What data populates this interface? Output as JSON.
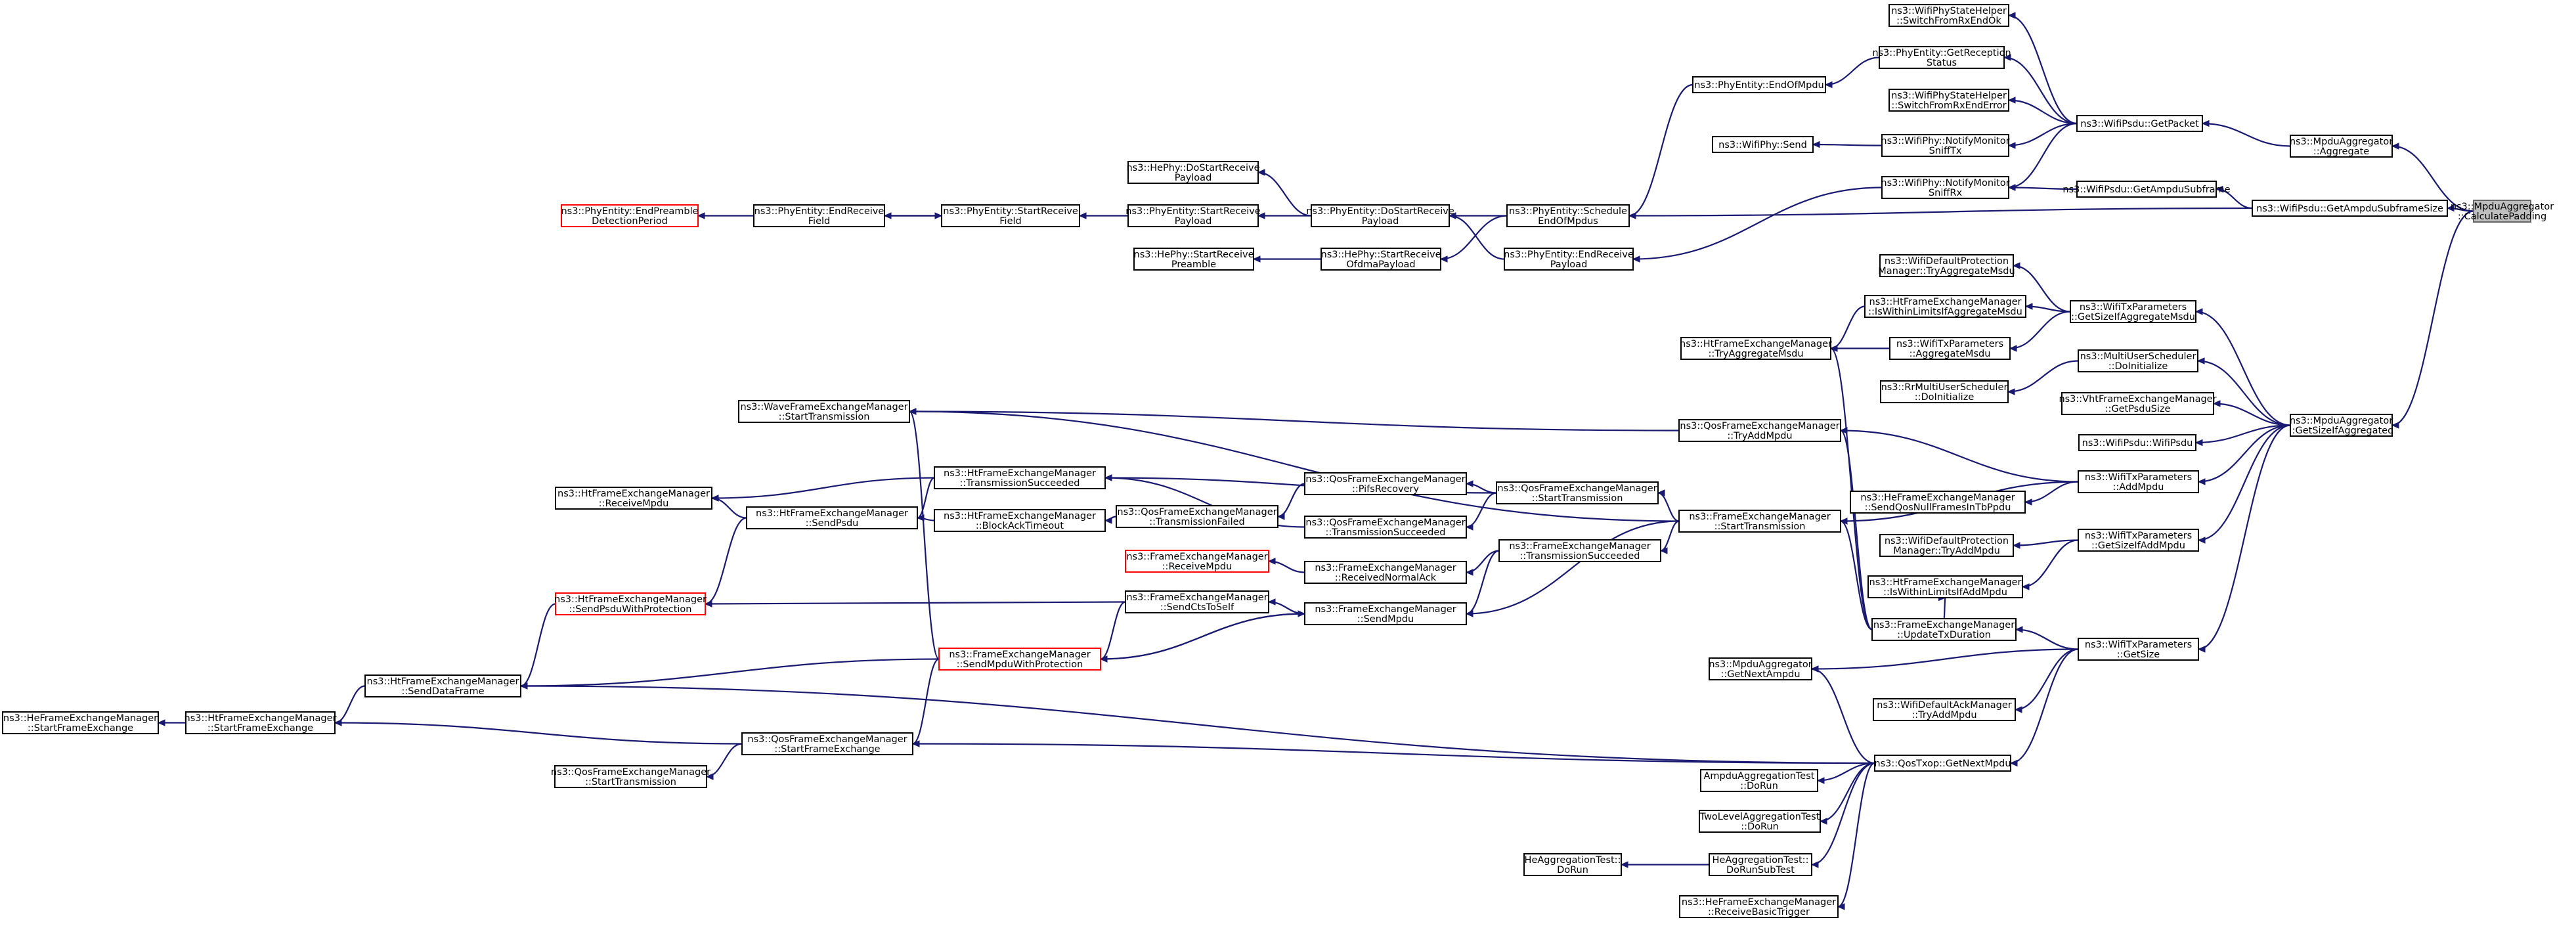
{
  "graph": {
    "title": "ns3::MpduAggregator::CalculatePadding caller graph",
    "edge_color": "#191970",
    "highlight_color": "#ff0000",
    "root_fill": "#bfbfbf",
    "nodes": [
      {
        "id": "root",
        "lines": [
          "ns3::MpduAggregator",
          "::CalculatePadding"
        ]
      },
      {
        "id": "aggregate",
        "lines": [
          "ns3::MpduAggregator",
          "::Aggregate"
        ]
      },
      {
        "id": "getAmpduSubframeSize",
        "lines": [
          "ns3::WifiPsdu::GetAmpduSubframeSize"
        ]
      },
      {
        "id": "getSizeIfAggregated",
        "lines": [
          "ns3::MpduAggregator",
          "::GetSizeIfAggregated"
        ]
      },
      {
        "id": "getPacket",
        "lines": [
          "ns3::WifiPsdu::GetPacket"
        ]
      },
      {
        "id": "getAmpduSubframe",
        "lines": [
          "ns3::WifiPsdu::GetAmpduSubframe"
        ]
      },
      {
        "id": "switchFromRxEndOk",
        "lines": [
          "ns3::WifiPhyStateHelper",
          "::SwitchFromRxEndOk"
        ]
      },
      {
        "id": "getReceptionStatus",
        "lines": [
          "ns3::PhyEntity::GetReception",
          "Status"
        ]
      },
      {
        "id": "switchFromRxEndError",
        "lines": [
          "ns3::WifiPhyStateHelper",
          "::SwitchFromRxEndError"
        ]
      },
      {
        "id": "notifyMonitorSniffTx",
        "lines": [
          "ns3::WifiPhy::NotifyMonitor",
          "SniffTx"
        ]
      },
      {
        "id": "notifyMonitorSniffRx",
        "lines": [
          "ns3::WifiPhy::NotifyMonitor",
          "SniffRx"
        ]
      },
      {
        "id": "endOfMpdu",
        "lines": [
          "ns3::PhyEntity::EndOfMpdu"
        ]
      },
      {
        "id": "wifiPhySend",
        "lines": [
          "ns3::WifiPhy::Send"
        ]
      },
      {
        "id": "scheduleEndOfMpdus",
        "lines": [
          "ns3::PhyEntity::Schedule",
          "EndOfMpdus"
        ]
      },
      {
        "id": "phyEndReceivePayload",
        "lines": [
          "ns3::PhyEntity::EndReceive",
          "Payload"
        ]
      },
      {
        "id": "phyDoStartReceivePayload",
        "lines": [
          "ns3::PhyEntity::DoStartReceive",
          "Payload"
        ]
      },
      {
        "id": "hePhyStartReceiveOfdma",
        "lines": [
          "ns3::HePhy::StartReceive",
          "OfdmaPayload"
        ]
      },
      {
        "id": "hePhyDoStartReceivePayload",
        "lines": [
          "ns3::HePhy::DoStartReceive",
          "Payload"
        ]
      },
      {
        "id": "phyStartReceivePayload",
        "lines": [
          "ns3::PhyEntity::StartReceive",
          "Payload"
        ]
      },
      {
        "id": "hePhyStartReceivePreamble",
        "lines": [
          "ns3::HePhy::StartReceive",
          "Preamble"
        ]
      },
      {
        "id": "phyStartReceiveField",
        "lines": [
          "ns3::PhyEntity::StartReceive",
          "Field"
        ]
      },
      {
        "id": "phyEndReceiveField",
        "lines": [
          "ns3::PhyEntity::EndReceive",
          "Field"
        ]
      },
      {
        "id": "endPreambleDetection",
        "lines": [
          "ns3::PhyEntity::EndPreamble",
          "DetectionPeriod"
        ],
        "red": true
      },
      {
        "id": "getSizeIfAggregateMsdu",
        "lines": [
          "ns3::WifiTxParameters",
          "::GetSizeIfAggregateMsdu"
        ]
      },
      {
        "id": "defProtTryAggMsdu",
        "lines": [
          "ns3::WifiDefaultProtection",
          "Manager::TryAggregateMsdu"
        ]
      },
      {
        "id": "htIsWithinLimitsMsdu",
        "lines": [
          "ns3::HtFrameExchangeManager",
          "::IsWithinLimitsIfAggregateMsdu"
        ]
      },
      {
        "id": "htTryAggregateMsdu",
        "lines": [
          "ns3::HtFrameExchangeManager",
          "::TryAggregateMsdu"
        ]
      },
      {
        "id": "txParamsAggregateMsdu",
        "lines": [
          "ns3::WifiTxParameters",
          "::AggregateMsdu"
        ]
      },
      {
        "id": "muSchedDoInit",
        "lines": [
          "ns3::MultiUserScheduler",
          "::DoInitialize"
        ]
      },
      {
        "id": "rrMuSchedDoInit",
        "lines": [
          "ns3::RrMultiUserScheduler",
          "::DoInitialize"
        ]
      },
      {
        "id": "vhtGetPsduSize",
        "lines": [
          "ns3::VhtFrameExchangeManager",
          "::GetPsduSize"
        ]
      },
      {
        "id": "wifiPsduCtor",
        "lines": [
          "ns3::WifiPsdu::WifiPsdu"
        ]
      },
      {
        "id": "txParamsAddMpdu",
        "lines": [
          "ns3::WifiTxParameters",
          "::AddMpdu"
        ]
      },
      {
        "id": "heSendQosNull",
        "lines": [
          "ns3::HeFrameExchangeManager",
          "::SendQosNullFramesInTbPpdu"
        ]
      },
      {
        "id": "getSizeIfAddMpdu",
        "lines": [
          "ns3::WifiTxParameters",
          "::GetSizeIfAddMpdu"
        ]
      },
      {
        "id": "defProtTryAddMpdu",
        "lines": [
          "ns3::WifiDefaultProtection",
          "Manager::TryAddMpdu"
        ]
      },
      {
        "id": "htIsWithinLimitsMpdu",
        "lines": [
          "ns3::HtFrameExchangeManager",
          "::IsWithinLimitsIfAddMpdu"
        ]
      },
      {
        "id": "txParamsGetSize",
        "lines": [
          "ns3::WifiTxParameters",
          "::GetSize"
        ]
      },
      {
        "id": "feUpdateTxDuration",
        "lines": [
          "ns3::FrameExchangeManager",
          "::UpdateTxDuration"
        ]
      },
      {
        "id": "mpduAggGetNextAmpdu",
        "lines": [
          "ns3::MpduAggregator",
          "::GetNextAmpdu"
        ]
      },
      {
        "id": "defAckTryAddMpdu",
        "lines": [
          "ns3::WifiDefaultAckManager",
          "::TryAddMpdu"
        ]
      },
      {
        "id": "qosTxopGetNextMpdu",
        "lines": [
          "ns3::QosTxop::GetNextMpdu"
        ]
      },
      {
        "id": "ampduAggTestDoRun",
        "lines": [
          "AmpduAggregationTest",
          "::DoRun"
        ]
      },
      {
        "id": "twoLevelAggTestDoRun",
        "lines": [
          "TwoLevelAggregationTest",
          "::DoRun"
        ]
      },
      {
        "id": "heAggTestDoRunSubTest",
        "lines": [
          "HeAggregationTest::",
          "DoRunSubTest"
        ]
      },
      {
        "id": "heAggTestDoRun",
        "lines": [
          "HeAggregationTest::",
          "DoRun"
        ]
      },
      {
        "id": "heReceiveBasicTrigger",
        "lines": [
          "ns3::HeFrameExchangeManager",
          "::ReceiveBasicTrigger"
        ]
      },
      {
        "id": "qosTryAddMpdu",
        "lines": [
          "ns3::QosFrameExchangeManager",
          "::TryAddMpdu"
        ]
      },
      {
        "id": "feStartTransmission",
        "lines": [
          "ns3::FrameExchangeManager",
          "::StartTransmission"
        ]
      },
      {
        "id": "waveStartTransmission",
        "lines": [
          "ns3::WaveFrameExchangeManager",
          "::StartTransmission"
        ]
      },
      {
        "id": "qosStartTransmission",
        "lines": [
          "ns3::QosFrameExchangeManager",
          "::StartTransmission"
        ]
      },
      {
        "id": "qosPifsRecovery",
        "lines": [
          "ns3::QosFrameExchangeManager",
          "::PifsRecovery"
        ]
      },
      {
        "id": "qosTransmissionSucceeded",
        "lines": [
          "ns3::QosFrameExchangeManager",
          "::TransmissionSucceeded"
        ]
      },
      {
        "id": "feTransmissionSucceeded",
        "lines": [
          "ns3::FrameExchangeManager",
          "::TransmissionSucceeded"
        ]
      },
      {
        "id": "feReceivedNormalAck",
        "lines": [
          "ns3::FrameExchangeManager",
          "::ReceivedNormalAck"
        ]
      },
      {
        "id": "feReceiveMpdu",
        "lines": [
          "ns3::FrameExchangeManager",
          "::ReceiveMpdu"
        ],
        "red": true
      },
      {
        "id": "feSendMpdu",
        "lines": [
          "ns3::FrameExchangeManager",
          "::SendMpdu"
        ]
      },
      {
        "id": "feSendCtsToSelf",
        "lines": [
          "ns3::FrameExchangeManager",
          "::SendCtsToSelf"
        ]
      },
      {
        "id": "feSendMpduWithProtection",
        "lines": [
          "ns3::FrameExchangeManager",
          "::SendMpduWithProtection"
        ],
        "red": true
      },
      {
        "id": "qosTransmissionFailed",
        "lines": [
          "ns3::QosFrameExchangeManager",
          "::TransmissionFailed"
        ]
      },
      {
        "id": "htTransmissionSucceeded",
        "lines": [
          "ns3::HtFrameExchangeManager",
          "::TransmissionSucceeded"
        ]
      },
      {
        "id": "htBlockAckTimeout",
        "lines": [
          "ns3::HtFrameExchangeManager",
          "::BlockAckTimeout"
        ]
      },
      {
        "id": "htSendPsdu",
        "lines": [
          "ns3::HtFrameExchangeManager",
          "::SendPsdu"
        ]
      },
      {
        "id": "htReceiveMpdu",
        "lines": [
          "ns3::HtFrameExchangeManager",
          "::ReceiveMpdu"
        ]
      },
      {
        "id": "htSendPsduWithProtection",
        "lines": [
          "ns3::HtFrameExchangeManager",
          "::SendPsduWithProtection"
        ],
        "red": true
      },
      {
        "id": "htSendDataFrame",
        "lines": [
          "ns3::HtFrameExchangeManager",
          "::SendDataFrame"
        ]
      },
      {
        "id": "htStartFrameExchange",
        "lines": [
          "ns3::HtFrameExchangeManager",
          "::StartFrameExchange"
        ]
      },
      {
        "id": "heStartFrameExchange",
        "lines": [
          "ns3::HeFrameExchangeManager",
          "::StartFrameExchange"
        ]
      },
      {
        "id": "qosStartFrameExchange",
        "lines": [
          "ns3::QosFrameExchangeManager",
          "::StartFrameExchange"
        ]
      },
      {
        "id": "qosStartTransmission2",
        "lines": [
          "ns3::QosFrameExchangeManager",
          "::StartTransmission"
        ]
      }
    ]
  }
}
